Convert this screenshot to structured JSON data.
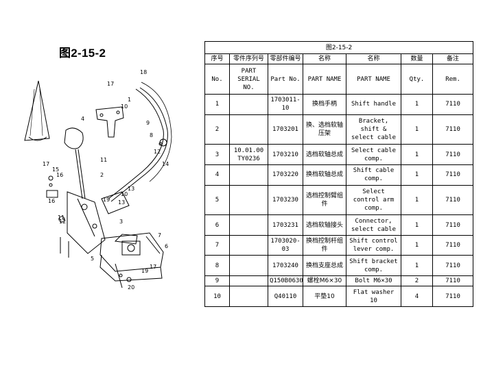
{
  "figure": {
    "label": "图2-15-2"
  },
  "table": {
    "caption": "图2-15-2",
    "header_zh": [
      "序号",
      "零件序列号",
      "零部件编号",
      "名称",
      "名称",
      "数量",
      "备注"
    ],
    "header_en": [
      "No.",
      "PART SERIAL NO.",
      "Part No.",
      "PART NAME",
      "PART NAME",
      "Qty.",
      "Rem."
    ],
    "serial_merged": "10.01.00 TY0236",
    "rows": [
      {
        "no": "1",
        "part_no": "1703011-10",
        "name_zh": "换档手柄",
        "name_en": "Shift handle",
        "qty": "1",
        "rem": "7110"
      },
      {
        "no": "2",
        "part_no": "1703201",
        "name_zh": "换、选档软轴压架",
        "name_en": "Bracket, shift & select cable",
        "qty": "1",
        "rem": "7110"
      },
      {
        "no": "3",
        "part_no": "1703210",
        "name_zh": "选档软轴总成",
        "name_en": "Select cable comp.",
        "qty": "1",
        "rem": "7110"
      },
      {
        "no": "4",
        "part_no": "1703220",
        "name_zh": "换档软轴总成",
        "name_en": "Shift cable comp.",
        "qty": "1",
        "rem": "7110"
      },
      {
        "no": "5",
        "part_no": "1703230",
        "name_zh": "选档控制臂组件",
        "name_en": "Select control arm comp.",
        "qty": "1",
        "rem": "7110"
      },
      {
        "no": "6",
        "part_no": "1703231",
        "name_zh": "选档软轴接头",
        "name_en": "Connector, select cable",
        "qty": "1",
        "rem": "7110"
      },
      {
        "no": "7",
        "part_no": "1703020-03",
        "name_zh": "换档控制杆组件",
        "name_en": "Shift control lever comp.",
        "qty": "1",
        "rem": "7110"
      },
      {
        "no": "8",
        "part_no": "1703240",
        "name_zh": "换档支座总成",
        "name_en": "Shift bracket comp.",
        "qty": "1",
        "rem": "7110"
      },
      {
        "no": "9",
        "part_no": "Q150B0630",
        "name_zh": "螺栓M6×30",
        "name_en": "Bolt M6×30",
        "qty": "2",
        "rem": "7110"
      },
      {
        "no": "10",
        "part_no": "Q40110",
        "name_zh": "平垫10",
        "name_en": "Flat washer 10",
        "qty": "4",
        "rem": "7110"
      }
    ]
  },
  "diagram_callouts": [
    "17",
    "18",
    "10",
    "1",
    "9",
    "8",
    "4",
    "14",
    "12",
    "15",
    "16",
    "17",
    "11",
    "2",
    "13",
    "13",
    "10",
    "19",
    "3",
    "16",
    "11",
    "7",
    "6",
    "12",
    "5",
    "17",
    "19",
    "20"
  ]
}
